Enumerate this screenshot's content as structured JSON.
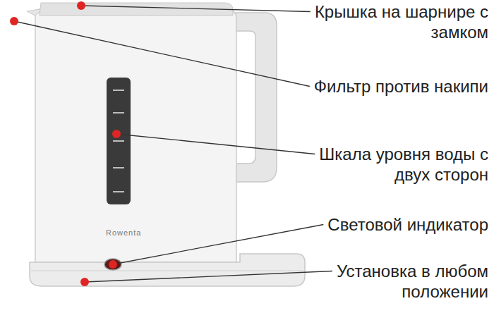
{
  "diagram": {
    "labels": [
      "Крышка на шарнире с замком",
      "Фильтр против накипи",
      "Шкала уровня воды с двух сторон",
      "Световой индикатор",
      "Установка в любом положении",
      "Rowenta"
    ]
  }
}
